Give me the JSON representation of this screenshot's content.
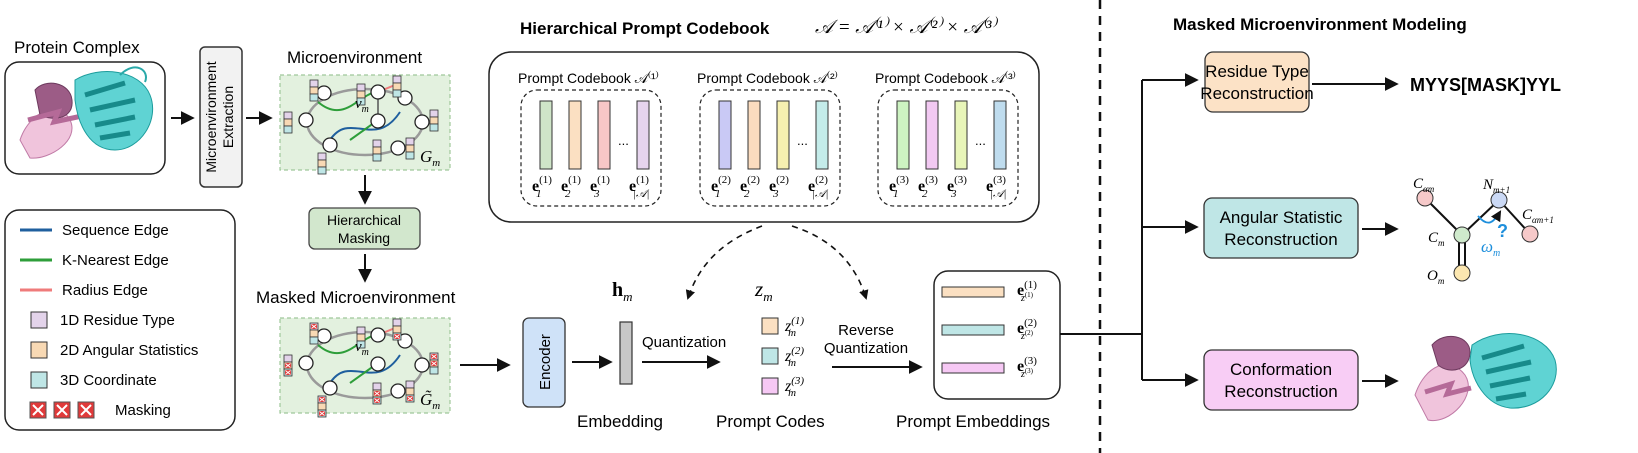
{
  "protein": {
    "title": "Protein Complex"
  },
  "extraction": {
    "label_line1": "Microenvironment",
    "label_line2": "Extraction"
  },
  "micro": {
    "title": "Microenvironment",
    "node_label": "v",
    "node_sub": "m",
    "graph_label": "G",
    "graph_sub": "m"
  },
  "masking": {
    "label_line1": "Hierarchical",
    "label_line2": "Masking"
  },
  "masked": {
    "title": "Masked Microenvironment",
    "node_label": "v",
    "node_sub": "m",
    "graph_label": "G̃",
    "graph_sub": "m"
  },
  "legend": {
    "items": [
      {
        "label": "Sequence Edge",
        "color": "#1f5f9e"
      },
      {
        "label": "K-Nearest Edge",
        "color": "#2e9e3a"
      },
      {
        "label": "Radius Edge",
        "color": "#ef7b7b"
      },
      {
        "label": "1D Residue Type",
        "color": "#e3d3ea"
      },
      {
        "label": "2D Angular Statistics",
        "color": "#f8d9b4"
      },
      {
        "label": "3D Coordinate",
        "color": "#bfe6e6"
      },
      {
        "label": "Masking",
        "color": "#e03a3a"
      }
    ]
  },
  "codebook": {
    "title": "Hierarchical Prompt Codebook",
    "formula": "𝒜 = 𝒜⁽¹⁾ × 𝒜⁽²⁾ × 𝒜⁽³⁾",
    "groups": [
      {
        "label": "Prompt Codebook 𝒜⁽¹⁾",
        "colors": [
          "#cfe5c8",
          "#fbe0c2",
          "#f7c7c7",
          "#e6d4ee"
        ],
        "sup": "(1)"
      },
      {
        "label": "Prompt Codebook 𝒜⁽²⁾",
        "colors": [
          "#c9c9f5",
          "#fbdcbf",
          "#f6f0b0",
          "#c4ecea"
        ],
        "sup": "(2)"
      },
      {
        "label": "Prompt Codebook 𝒜⁽³⁾",
        "colors": [
          "#cdf3c2",
          "#f2c9f2",
          "#e8f5b9",
          "#bfdcee"
        ],
        "sup": "(3)"
      }
    ],
    "ellipsis": "...",
    "vec": "e",
    "idx": [
      "1",
      "2",
      "3",
      "|𝒜|"
    ]
  },
  "encoder": {
    "label": "Encoder",
    "color": "#cfe2f8"
  },
  "embedding": {
    "symbol": "h",
    "sub": "m",
    "caption": "Embedding"
  },
  "quantization": {
    "label": "Quantization"
  },
  "prompt_codes": {
    "symbol": "z",
    "sub": "m",
    "caption": "Prompt Codes",
    "items": [
      {
        "text": "z",
        "sub": "m",
        "sup": "(1)",
        "color": "#fbe0c2"
      },
      {
        "text": "z",
        "sub": "m",
        "sup": "(2)",
        "color": "#bfe6e6"
      },
      {
        "text": "z",
        "sub": "m",
        "sup": "(3)",
        "color": "#f6c8f4"
      }
    ]
  },
  "reverse_quant": {
    "label_line1": "Reverse",
    "label_line2": "Quantization"
  },
  "prompt_embeddings": {
    "caption": "Prompt Embeddings",
    "items": [
      {
        "color": "#fbe0c2",
        "sup": "(1)"
      },
      {
        "color": "#bfe6e6",
        "sup": "(2)"
      },
      {
        "color": "#f6c8f4",
        "sup": "(3)"
      }
    ]
  },
  "modeling": {
    "title": "Masked Microenvironment Modeling",
    "tasks": [
      {
        "line1": "Residue Type",
        "line2": "Reconstruction",
        "color": "#fce2c6"
      },
      {
        "line1": "Angular Statistic",
        "line2": "Reconstruction",
        "color": "#bfe6e6"
      },
      {
        "line1": "Conformation",
        "line2": "Reconstruction",
        "color": "#f8cdf5"
      }
    ],
    "sequence": "MYYS[MASK]YYL",
    "angle": {
      "c_alpha": "C",
      "c_alpha_sub": "αm",
      "n_label": "N",
      "n_sub": "m+1",
      "c_label": "C",
      "c_sub": "m",
      "o_label": "O",
      "o_sub": "m",
      "c2_sub": "αm+1",
      "omega": "ω",
      "omega_sub": "m",
      "question": "?"
    }
  }
}
